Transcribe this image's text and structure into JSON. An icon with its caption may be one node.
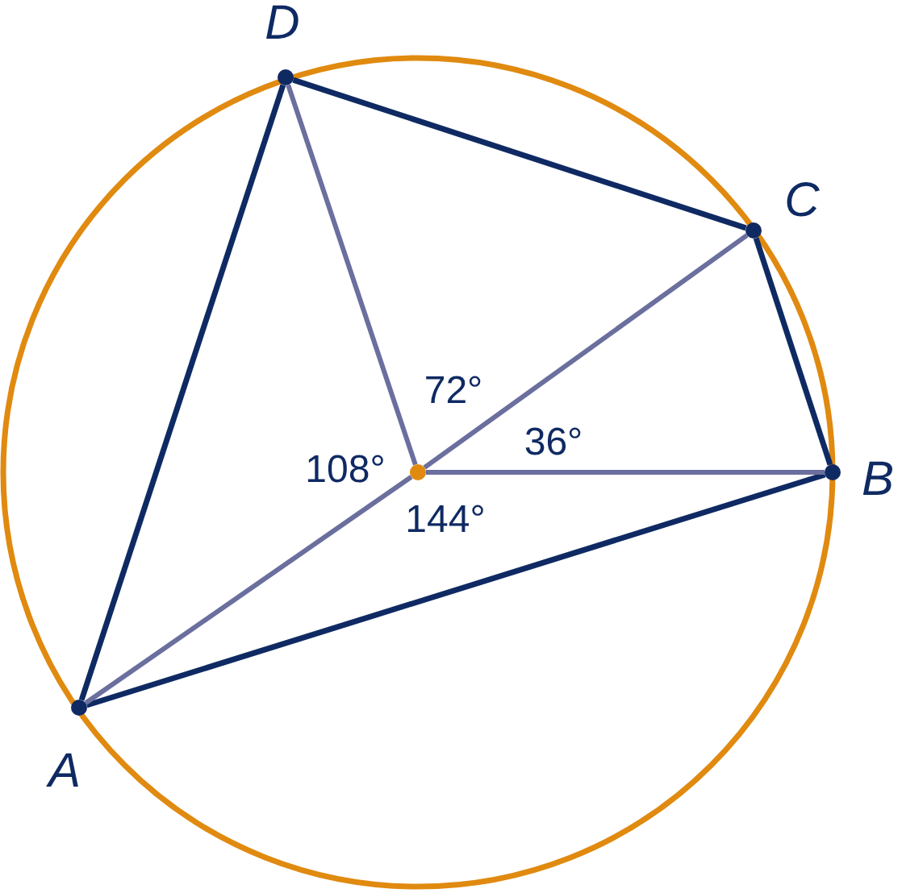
{
  "diagram": {
    "nodes": [
      {
        "text": [],
        "shape": "circle",
        "beside": [
          "A"
        ]
      },
      {
        "text": [],
        "shape": "circle",
        "beside": [
          "B"
        ]
      },
      {
        "text": [],
        "shape": "circle",
        "beside": [
          "C"
        ]
      },
      {
        "text": [],
        "shape": "circle",
        "beside": [
          "D"
        ]
      },
      {
        "text": [],
        "shape": "circle"
      }
    ],
    "edges": [
      {
        "from": 0,
        "to": 1,
        "arrow": "none"
      },
      {
        "from": 1,
        "to": 2,
        "arrow": "none"
      },
      {
        "from": 2,
        "to": 3,
        "arrow": "none"
      },
      {
        "from": 3,
        "to": 0,
        "arrow": "none"
      },
      {
        "from": 4,
        "to": 0,
        "arrow": "none",
        "color": "#6b6f9e"
      },
      {
        "from": 4,
        "to": 1,
        "arrow": "none",
        "color": "#6b6f9e"
      },
      {
        "from": 4,
        "to": 2,
        "arrow": "none",
        "color": "#6b6f9e"
      },
      {
        "from": 4,
        "to": 3,
        "arrow": "none",
        "color": "#6b6f9e"
      }
    ],
    "labels": [
      "72°",
      "36°",
      "108°",
      "144°"
    ]
  }
}
